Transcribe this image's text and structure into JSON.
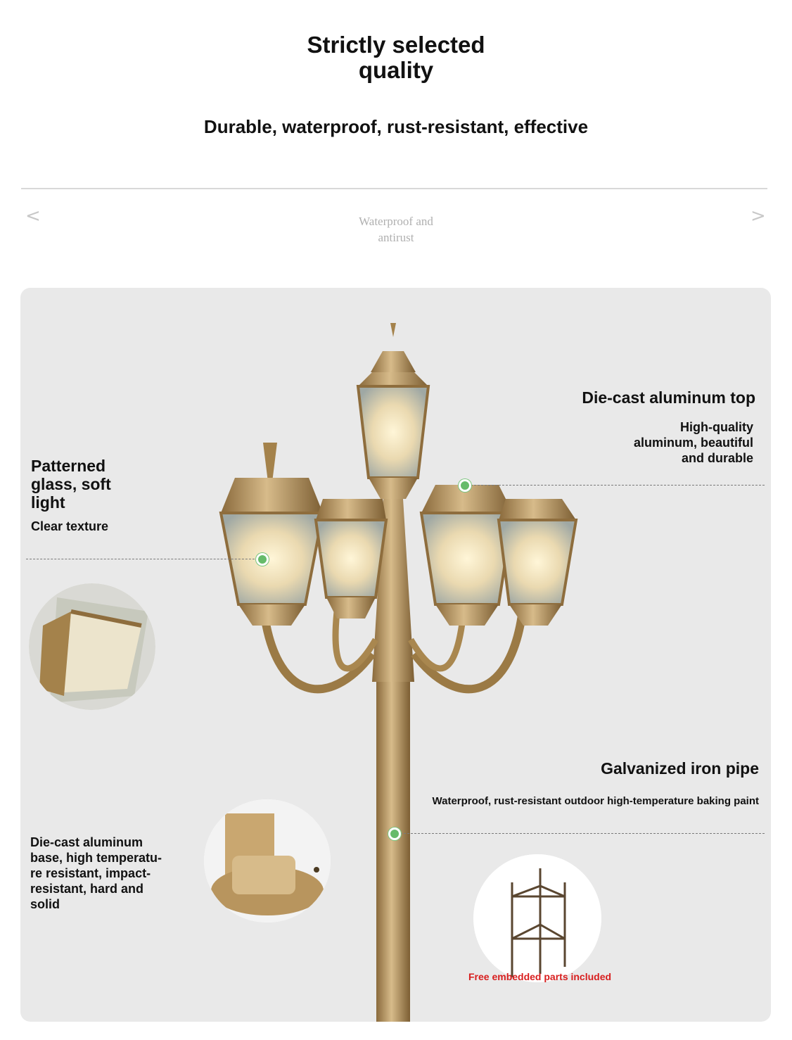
{
  "header": {
    "title_line1": "Strictly selected",
    "title_line2": "quality",
    "subtitle": "Durable, waterproof, rust-resistant, effective"
  },
  "carousel": {
    "prev_icon": "chevron-left-icon",
    "prev_glyph": "<",
    "next_icon": "chevron-right-icon",
    "next_glyph": ">",
    "slide_label_line1": "Waterproof and",
    "slide_label_line2": "antirust"
  },
  "features": {
    "top": {
      "title": "Die-cast aluminum top",
      "desc_line1": "High-quality",
      "desc_line2": "aluminum, beautiful",
      "desc_line3": "and durable"
    },
    "glass": {
      "title_line1": "Patterned",
      "title_line2": "glass, soft",
      "title_line3": "light",
      "desc": "Clear texture"
    },
    "pipe": {
      "title": "Galvanized iron pipe",
      "desc": "Waterproof, rust-resistant outdoor high-temperature baking paint"
    },
    "base": {
      "line1": "Die-cast aluminum",
      "line2": "base, high temperatu-",
      "line3": "re resistant, impact-",
      "line4": "resistant, hard and",
      "line5": "solid"
    },
    "embedded": {
      "note": "Free embedded parts included"
    }
  },
  "colors": {
    "accent_dot": "#66bb6a",
    "note_red": "#d81e1e",
    "panel_bg": "#e9e9e9",
    "bronze": "#b8955e"
  }
}
